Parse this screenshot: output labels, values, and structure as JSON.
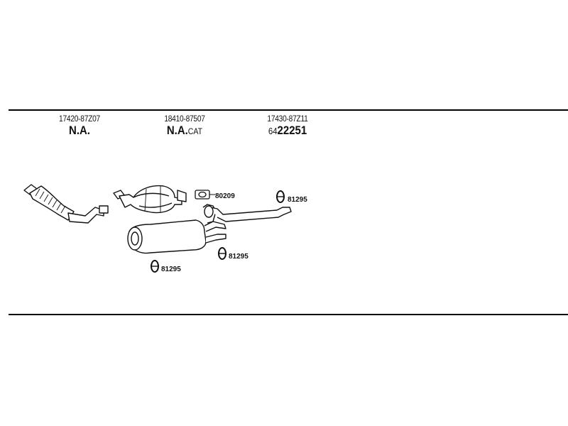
{
  "columns": [
    {
      "part_number": "17420-87Z07",
      "code": "N.A.",
      "suffix": "",
      "prefix": ""
    },
    {
      "part_number": "18410-87507",
      "code": "N.A.",
      "suffix": "CAT",
      "prefix": ""
    },
    {
      "part_number": "17430-87Z11",
      "code": "22251",
      "suffix": "",
      "prefix": "64"
    }
  ],
  "callouts": {
    "gasket": "80209",
    "ring_right": "81295",
    "ring_middle": "81295",
    "ring_left": "81295"
  }
}
